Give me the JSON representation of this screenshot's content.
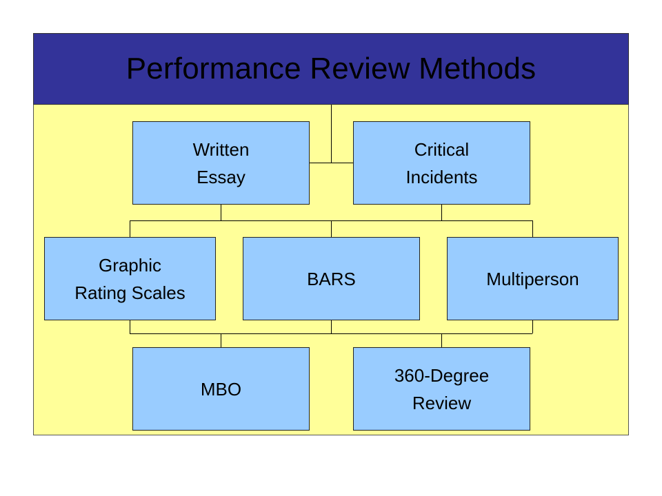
{
  "title": "Performance Review Methods",
  "nodes": {
    "written_essay": "Written\nEssay",
    "critical_incidents": "Critical\nIncidents",
    "graphic_rating_scales": "Graphic\nRating Scales",
    "bars": "BARS",
    "multiperson": "Multiperson",
    "mbo": "MBO",
    "degree_360": "360-Degree\nReview"
  },
  "colors": {
    "header_bg": "#333399",
    "panel_bg": "#ffff99",
    "box_bg": "#99ccff"
  }
}
